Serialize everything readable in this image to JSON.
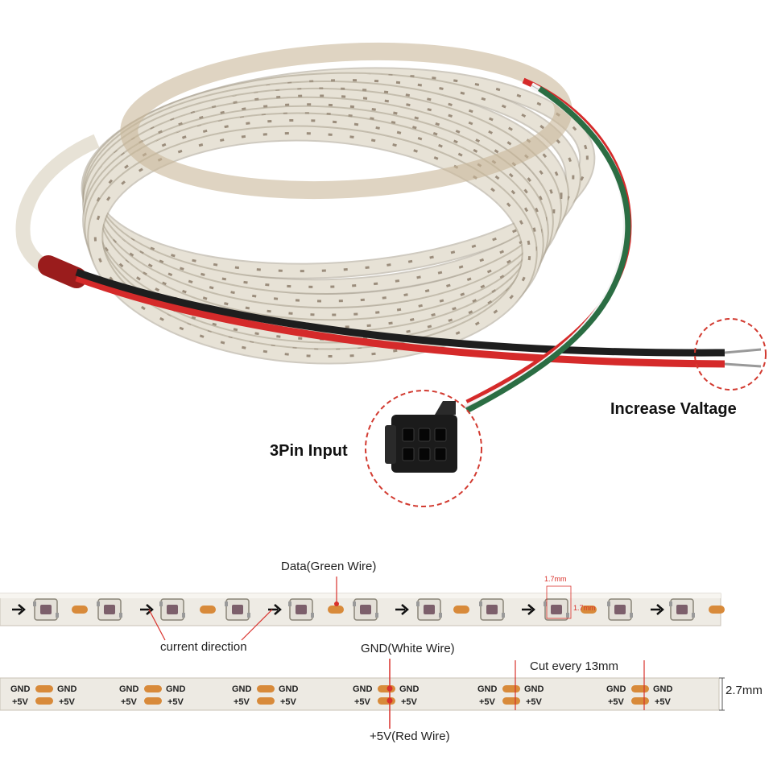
{
  "photo": {
    "labels": {
      "input": "3Pin Input",
      "voltage": "Increase Valtage"
    },
    "colors": {
      "strip": "#e7e2d6",
      "tape": "#c9b89a",
      "wire_red": "#d52a2a",
      "wire_black": "#1e1e1e",
      "wire_white": "#f4f4f4",
      "wire_green": "#2b6d43",
      "callout": "#d23a30"
    }
  },
  "top_strip": {
    "data_label": "Data(Green Wire)",
    "direction_label": "current direction",
    "dim_a": "1.7mm",
    "dim_b": "1.7mm"
  },
  "bottom_strip": {
    "pad_top": "GND",
    "pad_bottom": "+5V",
    "gnd_label": "GND(White Wire)",
    "v5_label": "+5V(Red Wire)",
    "cut_label": "Cut every 13mm",
    "width_label": "2.7mm"
  }
}
